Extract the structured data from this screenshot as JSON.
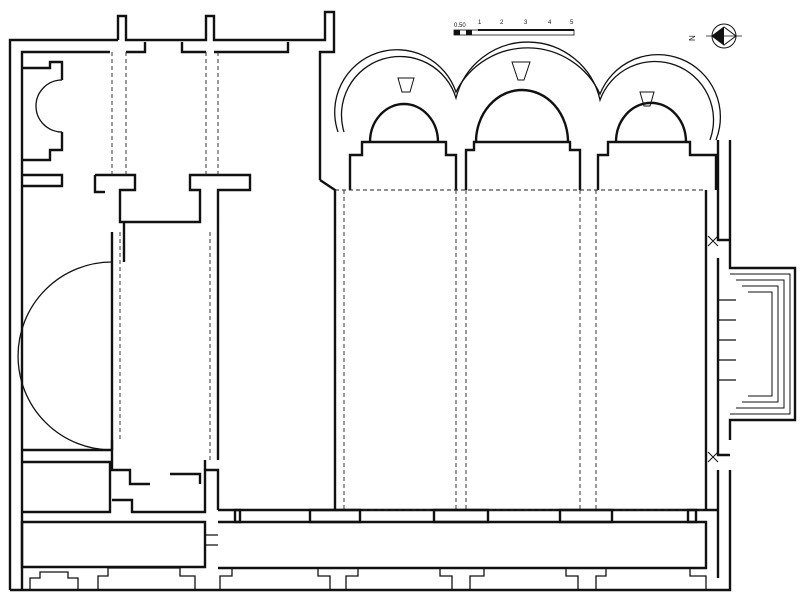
{
  "scale_bar": {
    "labels": [
      "0.50",
      "1",
      "2",
      "3",
      "4",
      "5"
    ]
  },
  "north_arrow": {
    "label": "N",
    "icon": "north-arrow-icon"
  },
  "colors": {
    "line": "#111111",
    "background": "#ffffff"
  }
}
